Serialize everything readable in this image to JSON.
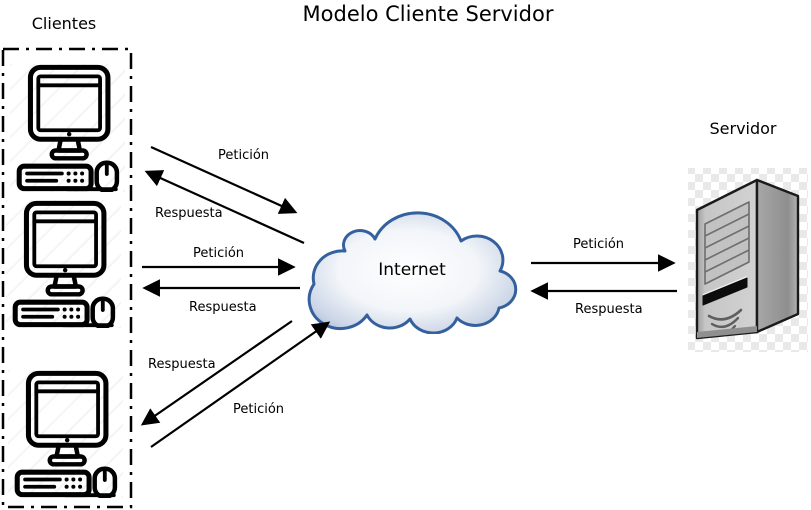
{
  "title": "Modelo Cliente Servidor",
  "clients": {
    "label": "Clientes",
    "icon": "desktop-computer-icon",
    "count": 3
  },
  "internet": {
    "label": "Internet",
    "icon": "cloud-icon"
  },
  "server": {
    "label": "Servidor",
    "icon": "server-tower-icon"
  },
  "flows": [
    {
      "from": "client-1",
      "to": "internet",
      "request_label": "Petición",
      "response_label": "Respuesta"
    },
    {
      "from": "client-2",
      "to": "internet",
      "request_label": "Petición",
      "response_label": "Respuesta"
    },
    {
      "from": "client-3",
      "to": "internet",
      "request_label": "Petición",
      "response_label": "Respuesta"
    },
    {
      "from": "internet",
      "to": "server",
      "request_label": "Petición",
      "response_label": "Respuesta"
    }
  ],
  "colors": {
    "arrow": "#000000",
    "cloud_stroke": "#35609e",
    "cloud_fill_center": "#ffffff",
    "cloud_fill_edge": "#9db1cf",
    "server_front": "#c9c9c9",
    "server_side": "#8e8e8e",
    "checkerboard": "#e9e9e9",
    "line_art": "#000000"
  }
}
